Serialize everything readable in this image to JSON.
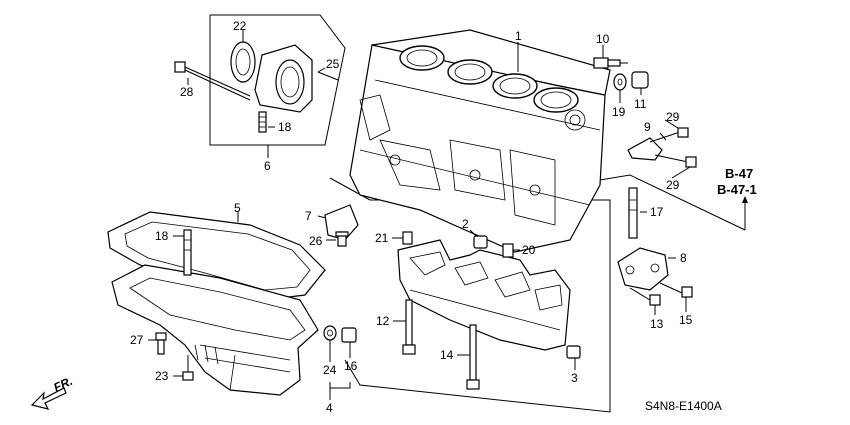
{
  "callouts": {
    "c1": "1",
    "c2": "2",
    "c3": "3",
    "c4": "4",
    "c5": "5",
    "c6": "6",
    "c7": "7",
    "c8": "8",
    "c9": "9",
    "c10": "10",
    "c11": "11",
    "c12": "12",
    "c13": "13",
    "c14": "14",
    "c15": "15",
    "c16": "16",
    "c17": "17",
    "c18a": "18",
    "c18b": "18",
    "c19": "19",
    "c20": "20",
    "c21": "21",
    "c22": "22",
    "c23": "23",
    "c24": "24",
    "c25": "25",
    "c26": "26",
    "c27": "27",
    "c28": "28",
    "c29a": "29",
    "c29b": "29"
  },
  "refs": {
    "b47": "B-47",
    "b471": "B-47-1"
  },
  "direction_label": "FR.",
  "diagram_code": "S4N8-E1400A"
}
